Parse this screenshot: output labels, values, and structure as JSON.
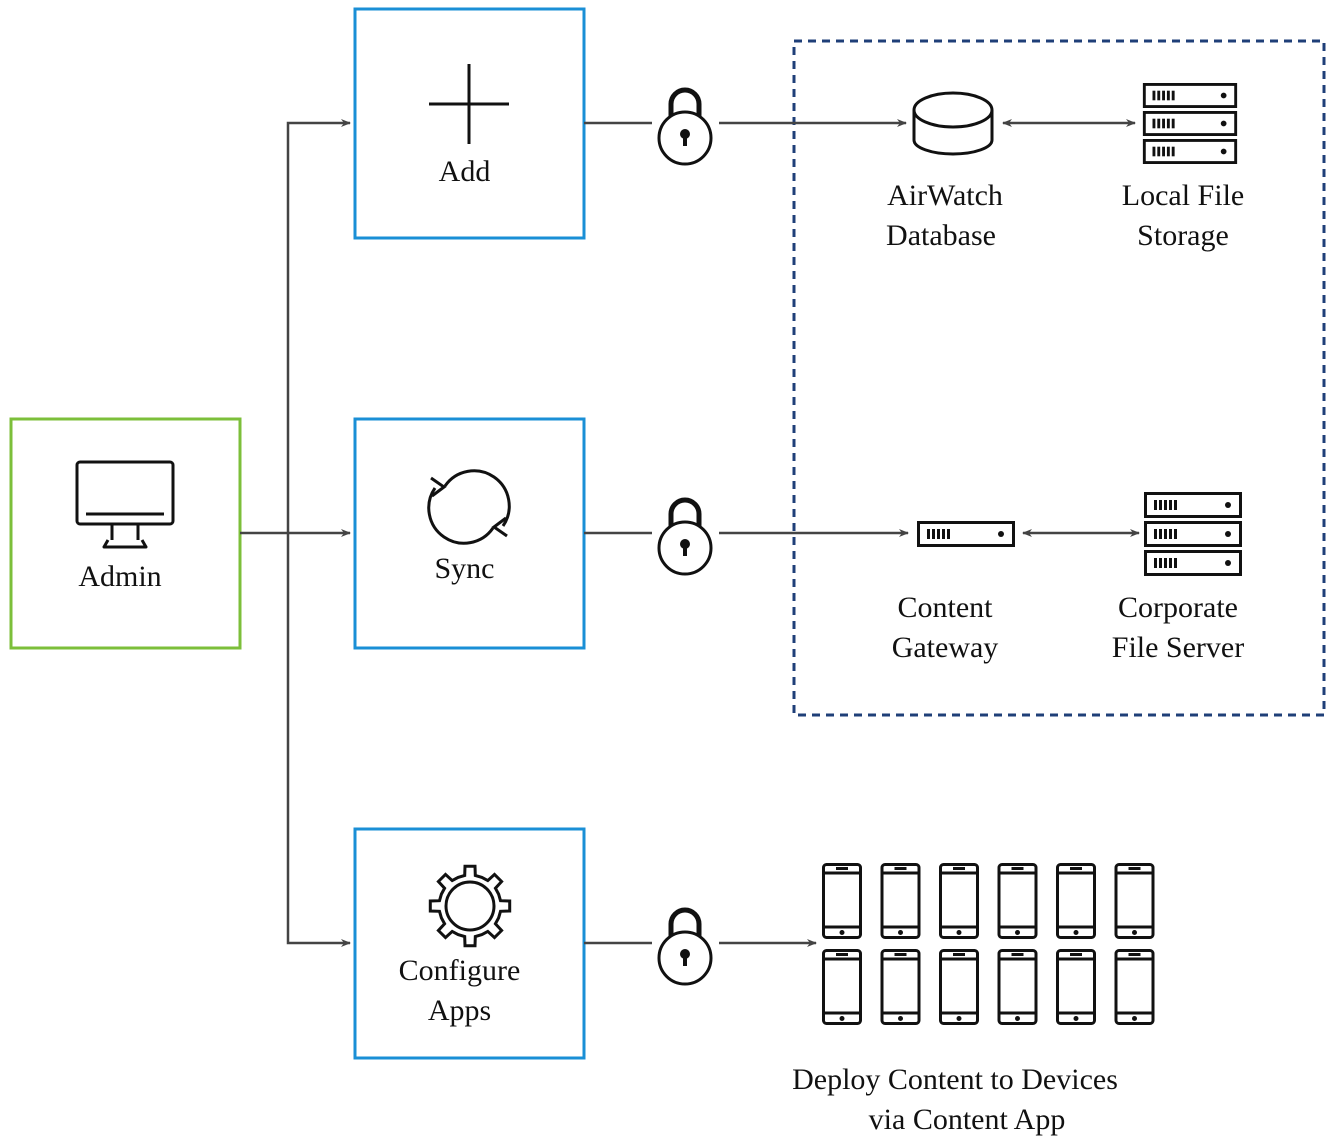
{
  "nodes": {
    "admin": {
      "label": "Admin",
      "icon": "monitor-icon"
    },
    "add": {
      "label": "Add",
      "icon": "plus-icon"
    },
    "sync": {
      "label": "Sync",
      "icon": "sync-icon"
    },
    "configure": {
      "line1": "Configure",
      "line2": "Apps",
      "icon": "gear-icon"
    },
    "airwatch_db": {
      "line1": "AirWatch",
      "line2": "Database",
      "icon": "database-icon"
    },
    "local_storage": {
      "line1": "Local File",
      "line2": "Storage",
      "icon": "server-rack-icon"
    },
    "content_gateway": {
      "line1": "Content",
      "line2": "Gateway",
      "icon": "server-unit-icon"
    },
    "corporate_server": {
      "line1": "Corporate",
      "line2": "File Server",
      "icon": "server-rack-icon"
    },
    "devices": {
      "line1": "Deploy Content to Devices",
      "line2": "via Content App",
      "icon": "phone-icon"
    }
  },
  "colors": {
    "admin_border": "#7cbf3a",
    "action_border": "#1a8fd6",
    "group_border": "#1f3f78",
    "connector": "#444444",
    "icon": "#111111"
  },
  "device_grid": {
    "rows": 2,
    "columns": 6
  }
}
